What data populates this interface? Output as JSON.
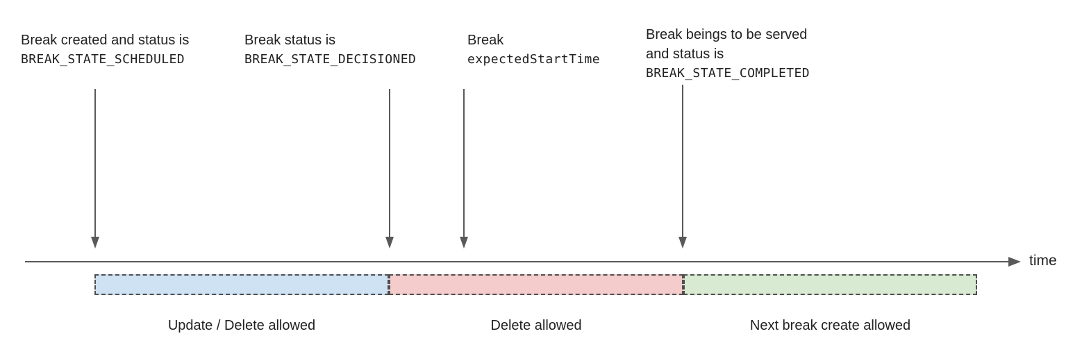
{
  "annotations": [
    {
      "line1": "Break created and status is",
      "code": "BREAK_STATE_SCHEDULED"
    },
    {
      "line1": "Break status is",
      "code": "BREAK_STATE_DECISIONED"
    },
    {
      "line1": "Break",
      "code": "expectedStartTime"
    },
    {
      "line1": "Break beings to be served",
      "line2": "and status is",
      "code": "BREAK_STATE_COMPLETED"
    }
  ],
  "timeline": {
    "axis_label": "time"
  },
  "segments": [
    {
      "label": "Update / Delete allowed",
      "color": "#cfe2f3"
    },
    {
      "label": "Delete allowed",
      "color": "#f4cccc"
    },
    {
      "label": "Next break create allowed",
      "color": "#d9ead3"
    }
  ],
  "colors": {
    "arrow": "#595959",
    "segment_border": "#4f4f4f",
    "text": "#212121"
  }
}
